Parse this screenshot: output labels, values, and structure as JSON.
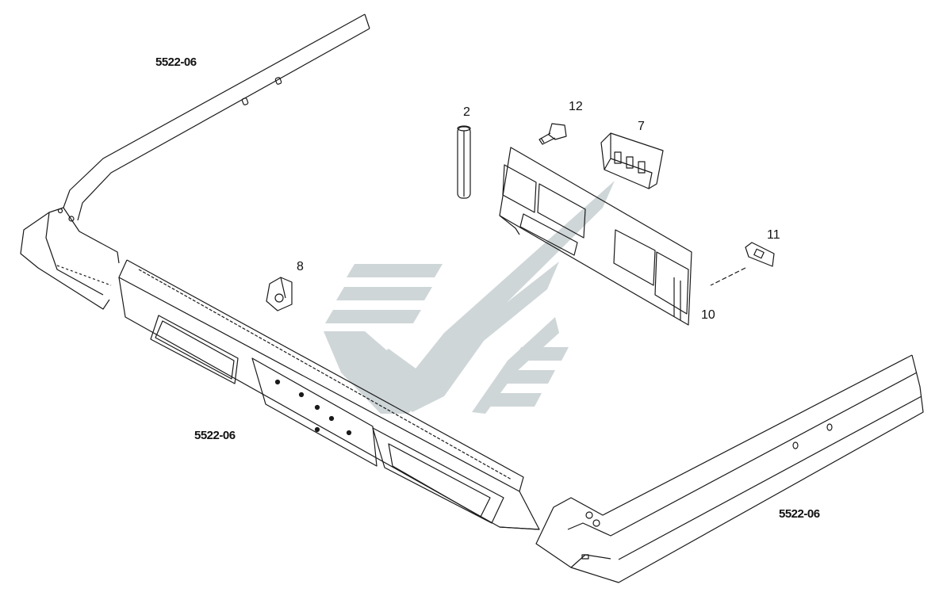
{
  "diagram": {
    "part_numbers": {
      "p2": "2",
      "p7": "7",
      "p8": "8",
      "p10": "10",
      "p11": "11",
      "p12": "12"
    },
    "refs": {
      "top_left": "5522-06",
      "bottom_left": "5522-06",
      "bottom_right": "5522-06"
    }
  },
  "colors": {
    "line": "#1a1a1a",
    "watermark": "#cfd6d8",
    "background": "#ffffff"
  }
}
